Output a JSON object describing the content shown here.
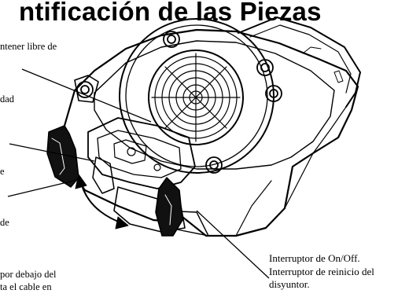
{
  "title": "ntificación de las Piezas",
  "callouts": {
    "c1": "ntener libre de",
    "c2": "dad",
    "c3": "e",
    "c4": "de",
    "c5": [
      "por debajo del",
      "ta el cable en"
    ]
  },
  "switch_label": [
    "Interruptor de On/Off.",
    "Interruptor de reinicio del",
    "disyuntor."
  ]
}
